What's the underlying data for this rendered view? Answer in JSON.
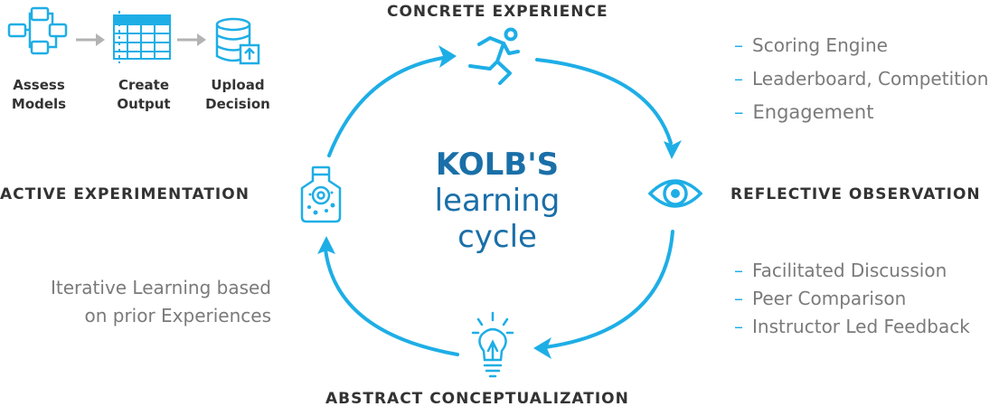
{
  "diagram": {
    "center": {
      "line1": "KOLB'S",
      "line2": "learning",
      "line3": "cycle"
    },
    "stages": {
      "concrete": "CONCRETE EXPERIENCE",
      "reflective": "REFLECTIVE OBSERVATION",
      "abstract": "ABSTRACT CONCEPTUALIZATION",
      "active": "ACTIVE EXPERIMENTATION"
    },
    "concrete_points": [
      "Scoring Engine",
      "Leaderboard, Competition",
      "Engagement"
    ],
    "reflective_points": [
      "Facilitated Discussion",
      "Peer Comparison",
      "Instructor Led Feedback"
    ],
    "active_note": {
      "line1": "Iterative Learning based",
      "line2": "on prior Experiences"
    },
    "process_steps": [
      {
        "line1": "Assess",
        "line2": "Models"
      },
      {
        "line1": "Create",
        "line2": "Output"
      },
      {
        "line1": "Upload",
        "line2": "Decision"
      }
    ],
    "dash_glyph": "–",
    "colors": {
      "accent": "#1eaee6",
      "title_text": "#333333",
      "center_text": "#1a6fa8",
      "muted_text": "#7a7a7a"
    },
    "icons": [
      "flowchart-icon",
      "table-icon",
      "database-upload-icon",
      "runner-icon",
      "eye-icon",
      "lightbulb-icon",
      "jar-icon"
    ]
  }
}
